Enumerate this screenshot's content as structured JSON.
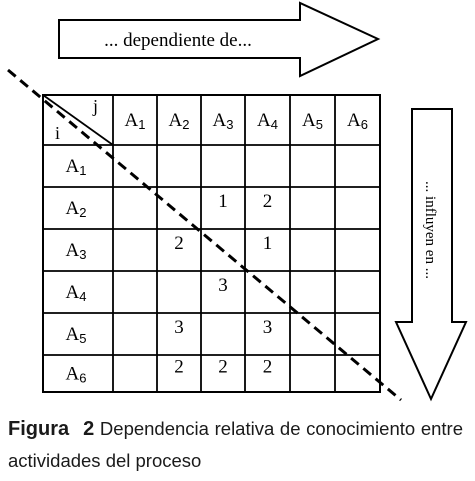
{
  "top_arrow": {
    "label": "... dependiente de..."
  },
  "side_arrow": {
    "label": "... influyen en ..."
  },
  "matrix": {
    "corner_col_label": "j",
    "corner_row_label": "i",
    "column_headers": [
      {
        "base": "A",
        "sub": "1"
      },
      {
        "base": "A",
        "sub": "2"
      },
      {
        "base": "A",
        "sub": "3"
      },
      {
        "base": "A",
        "sub": "4"
      },
      {
        "base": "A",
        "sub": "5"
      },
      {
        "base": "A",
        "sub": "6"
      }
    ],
    "row_headers": [
      {
        "base": "A",
        "sub": "1"
      },
      {
        "base": "A",
        "sub": "2"
      },
      {
        "base": "A",
        "sub": "3"
      },
      {
        "base": "A",
        "sub": "4"
      },
      {
        "base": "A",
        "sub": "5"
      },
      {
        "base": "A",
        "sub": "6"
      }
    ],
    "cells": [
      [
        "",
        "",
        "",
        "",
        "",
        ""
      ],
      [
        "",
        "",
        "1",
        "2",
        "",
        ""
      ],
      [
        "",
        "2",
        "",
        "1",
        "",
        ""
      ],
      [
        "",
        "",
        "3",
        "",
        "",
        ""
      ],
      [
        "",
        "3",
        "",
        "3",
        "",
        ""
      ],
      [
        "",
        "2",
        "2",
        "2",
        "",
        ""
      ]
    ]
  },
  "caption": {
    "label": "Figura",
    "number": "2",
    "text": "Dependencia relativa de conocimiento entre actividades del proceso"
  }
}
